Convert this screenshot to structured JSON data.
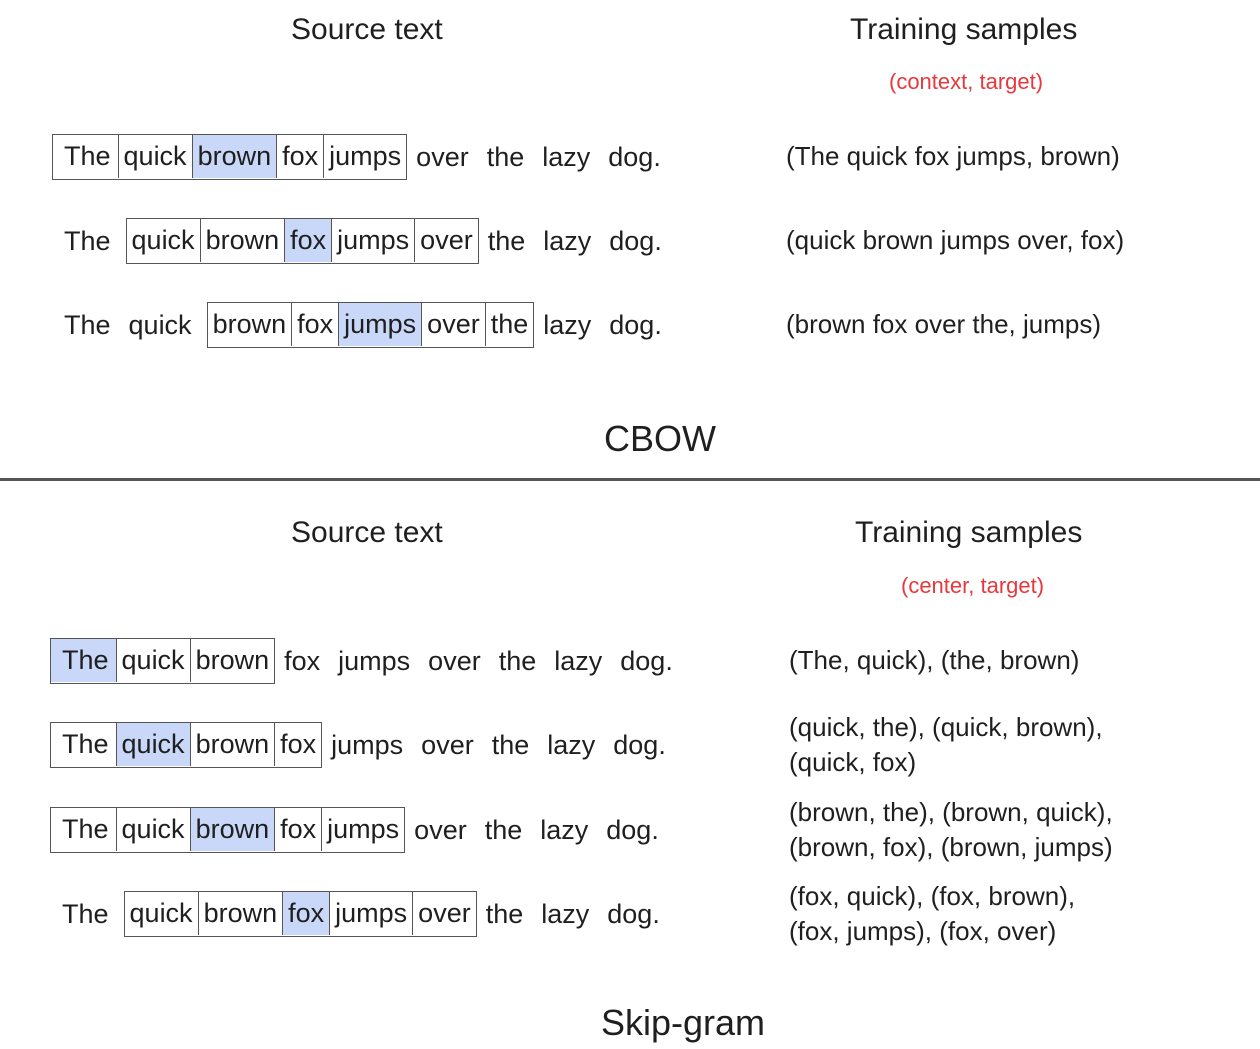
{
  "cbow": {
    "source_header": "Source text",
    "samples_header": "Training samples",
    "samples_subheader": "(context, target)",
    "caption": "CBOW",
    "rows": [
      {
        "before": [],
        "window": [
          {
            "word": "The",
            "highlight": false
          },
          {
            "word": "quick",
            "highlight": false
          },
          {
            "word": "brown",
            "highlight": true
          },
          {
            "word": "fox",
            "highlight": false
          },
          {
            "word": "jumps",
            "highlight": false
          }
        ],
        "after": [
          "over",
          "the",
          "lazy",
          "dog."
        ],
        "sample_lines": [
          "(The quick fox jumps, brown)"
        ]
      },
      {
        "before": [
          "The"
        ],
        "window": [
          {
            "word": "quick",
            "highlight": false
          },
          {
            "word": "brown",
            "highlight": false
          },
          {
            "word": "fox",
            "highlight": true
          },
          {
            "word": "jumps",
            "highlight": false
          },
          {
            "word": "over",
            "highlight": false
          }
        ],
        "after": [
          "the",
          "lazy",
          "dog."
        ],
        "sample_lines": [
          "(quick brown jumps over, fox)"
        ]
      },
      {
        "before": [
          "The",
          "quick"
        ],
        "window": [
          {
            "word": "brown",
            "highlight": false
          },
          {
            "word": "fox",
            "highlight": false
          },
          {
            "word": "jumps",
            "highlight": true
          },
          {
            "word": "over",
            "highlight": false
          },
          {
            "word": "the",
            "highlight": false
          }
        ],
        "after": [
          "lazy",
          "dog."
        ],
        "sample_lines": [
          "(brown fox over the, jumps)"
        ]
      }
    ]
  },
  "skipgram": {
    "source_header": "Source text",
    "samples_header": "Training samples",
    "samples_subheader": "(center, target)",
    "caption": "Skip-gram",
    "rows": [
      {
        "before": [],
        "window": [
          {
            "word": "The",
            "highlight": true
          },
          {
            "word": "quick",
            "highlight": false
          },
          {
            "word": "brown",
            "highlight": false
          }
        ],
        "after": [
          "fox",
          "jumps",
          "over",
          "the",
          "lazy",
          "dog."
        ],
        "sample_lines": [
          "(The, quick), (the, brown)"
        ]
      },
      {
        "before": [],
        "window": [
          {
            "word": "The",
            "highlight": false
          },
          {
            "word": "quick",
            "highlight": true
          },
          {
            "word": "brown",
            "highlight": false
          },
          {
            "word": "fox",
            "highlight": false
          }
        ],
        "after": [
          "jumps",
          "over",
          "the",
          "lazy",
          "dog."
        ],
        "sample_lines": [
          "(quick, the), (quick, brown),",
          "(quick, fox)"
        ]
      },
      {
        "before": [],
        "window": [
          {
            "word": "The",
            "highlight": false
          },
          {
            "word": "quick",
            "highlight": false
          },
          {
            "word": "brown",
            "highlight": true
          },
          {
            "word": "fox",
            "highlight": false
          },
          {
            "word": "jumps",
            "highlight": false
          }
        ],
        "after": [
          "over",
          "the",
          "lazy",
          "dog."
        ],
        "sample_lines": [
          "(brown, the), (brown, quick),",
          "(brown, fox), (brown, jumps)"
        ]
      },
      {
        "before": [
          "The"
        ],
        "window": [
          {
            "word": "quick",
            "highlight": false
          },
          {
            "word": "brown",
            "highlight": false
          },
          {
            "word": "fox",
            "highlight": true
          },
          {
            "word": "jumps",
            "highlight": false
          },
          {
            "word": "over",
            "highlight": false
          }
        ],
        "after": [
          "the",
          "lazy",
          "dog."
        ],
        "sample_lines": [
          "(fox, quick), (fox, brown),",
          "(fox, jumps), (fox, over)"
        ]
      }
    ]
  },
  "colors": {
    "highlight": "#c9d7f8",
    "subheader": "#e8383d",
    "border": "#555555",
    "divider": "#555555"
  }
}
